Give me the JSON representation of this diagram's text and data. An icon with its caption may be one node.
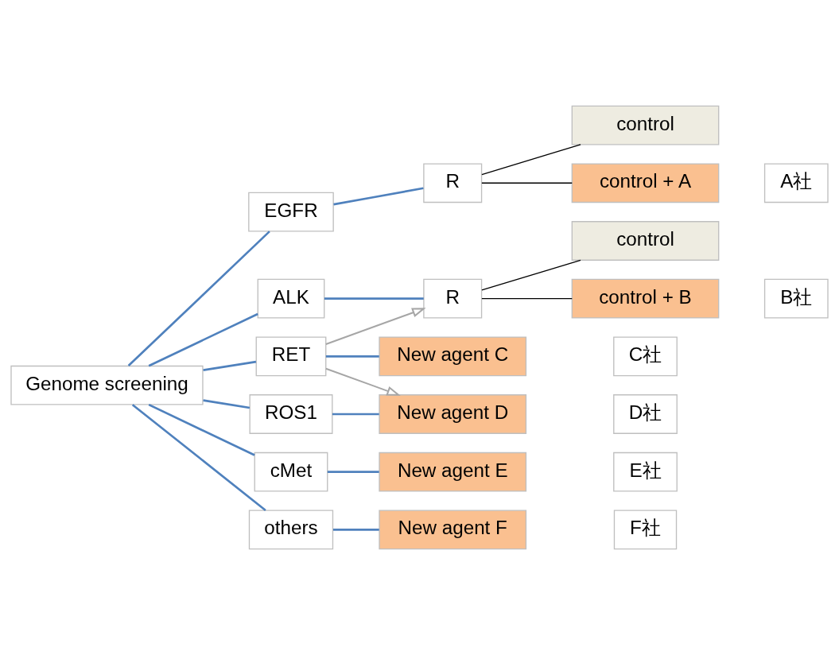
{
  "diagram": {
    "nodes": [
      {
        "text": [
          "Genome screening"
        ]
      },
      {
        "text": [
          "EGFR"
        ]
      },
      {
        "text": [
          "ALK"
        ]
      },
      {
        "text": [
          "RET"
        ]
      },
      {
        "text": [
          "ROS1"
        ]
      },
      {
        "text": [
          "cMet"
        ]
      },
      {
        "text": [
          "others"
        ]
      },
      {
        "text": [
          "R"
        ]
      },
      {
        "text": [
          "control"
        ]
      },
      {
        "text": [
          "control + A"
        ]
      },
      {
        "text": [
          "A社"
        ]
      },
      {
        "text": [
          "R"
        ]
      },
      {
        "text": [
          "control"
        ]
      },
      {
        "text": [
          "control + B"
        ]
      },
      {
        "text": [
          "B社"
        ]
      },
      {
        "text": [
          "New agent C"
        ]
      },
      {
        "text": [
          "C社"
        ]
      },
      {
        "text": [
          "New agent D"
        ]
      },
      {
        "text": [
          "D社"
        ]
      },
      {
        "text": [
          "New agent E"
        ]
      },
      {
        "text": [
          "E社"
        ]
      },
      {
        "text": [
          "New agent F"
        ]
      },
      {
        "text": [
          "F社"
        ]
      }
    ],
    "edges": [
      {
        "from": 0,
        "to": 1,
        "arrow": "none"
      },
      {
        "from": 0,
        "to": 2,
        "arrow": "none"
      },
      {
        "from": 0,
        "to": 3,
        "arrow": "none"
      },
      {
        "from": 0,
        "to": 4,
        "arrow": "none"
      },
      {
        "from": 0,
        "to": 5,
        "arrow": "none"
      },
      {
        "from": 0,
        "to": 6,
        "arrow": "none"
      },
      {
        "from": 1,
        "to": 7,
        "arrow": "none"
      },
      {
        "from": 7,
        "to": 8,
        "arrow": "none",
        "color": "#000000"
      },
      {
        "from": 7,
        "to": 9,
        "arrow": "none",
        "color": "#000000"
      },
      {
        "from": 2,
        "to": 11,
        "arrow": "none"
      },
      {
        "from": 11,
        "to": 12,
        "arrow": "none",
        "color": "#000000"
      },
      {
        "from": 11,
        "to": 13,
        "arrow": "none",
        "color": "#000000"
      },
      {
        "from": 3,
        "to": 15,
        "arrow": "none"
      },
      {
        "from": 3,
        "to": 11,
        "arrow": "to",
        "color": "#a6a6a6"
      },
      {
        "from": 3,
        "to": 17,
        "arrow": "to",
        "color": "#a6a6a6"
      },
      {
        "from": 4,
        "to": 17,
        "arrow": "none"
      },
      {
        "from": 5,
        "to": 19,
        "arrow": "none"
      },
      {
        "from": 6,
        "to": 21,
        "arrow": "none"
      }
    ]
  }
}
